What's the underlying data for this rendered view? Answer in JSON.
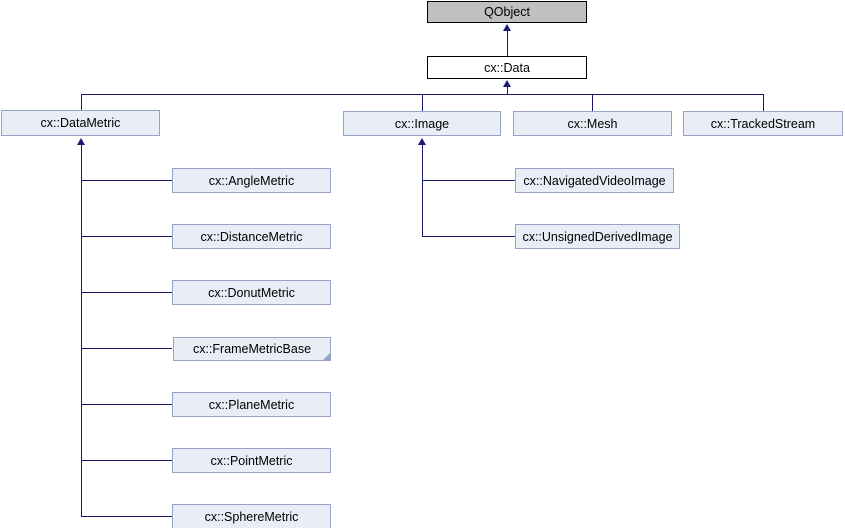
{
  "colors": {
    "edge": "#191970",
    "node_fill": "#e8edf6",
    "node_border": "#97a2c9",
    "root_fill": "#c0c0c0",
    "plain_border": "#000000",
    "background": "#ffffff"
  },
  "nodes": {
    "qobject": {
      "label": "QObject"
    },
    "data": {
      "label": "cx::Data"
    },
    "datametric": {
      "label": "cx::DataMetric"
    },
    "image": {
      "label": "cx::Image"
    },
    "mesh": {
      "label": "cx::Mesh"
    },
    "trackedstream": {
      "label": "cx::TrackedStream"
    },
    "anglemetric": {
      "label": "cx::AngleMetric"
    },
    "distancemetric": {
      "label": "cx::DistanceMetric"
    },
    "donutmetric": {
      "label": "cx::DonutMetric"
    },
    "framemetricbase": {
      "label": "cx::FrameMetricBase",
      "truncated": true
    },
    "planemetric": {
      "label": "cx::PlaneMetric"
    },
    "pointmetric": {
      "label": "cx::PointMetric"
    },
    "spheremetric": {
      "label": "cx::SphereMetric"
    },
    "navigatedvideoimage": {
      "label": "cx::NavigatedVideoImage"
    },
    "unsignedderivedimage": {
      "label": "cx::UnsignedDerivedImage"
    }
  }
}
